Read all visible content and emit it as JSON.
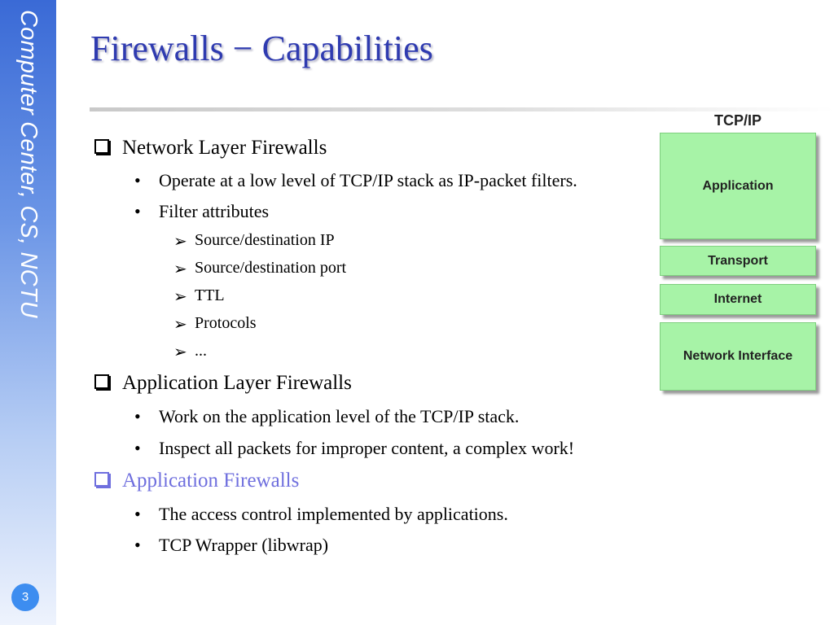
{
  "sidebar": {
    "text": "Computer Center, CS, NCTU",
    "page_number": "3"
  },
  "title": "Firewalls − Capabilities",
  "sections": [
    {
      "heading": "Network Layer Firewalls",
      "items": [
        {
          "text": "Operate at a low level of TCP/IP stack as IP-packet filters."
        },
        {
          "text": "Filter attributes",
          "subitems": [
            "Source/destination IP",
            "Source/destination port",
            "TTL",
            "Protocols",
            "..."
          ]
        }
      ]
    },
    {
      "heading": "Application Layer Firewalls",
      "items": [
        {
          "text": "Work on the application level of the TCP/IP stack."
        },
        {
          "text": "Inspect all packets for improper content, a complex work!"
        }
      ]
    },
    {
      "heading": "Application Firewalls",
      "items": [
        {
          "text": "The access control implemented by applications."
        },
        {
          "text": "TCP Wrapper (libwrap)"
        }
      ]
    }
  ],
  "diagram": {
    "title": "TCP/IP",
    "layers": [
      "Application",
      "Transport",
      "Internet",
      "Network Interface"
    ]
  },
  "colors": {
    "title": "#2f3bb0",
    "highlight_heading": "#6f6fde",
    "layer_fill": "#a7f3a7",
    "sidebar": "#3a6ad6"
  }
}
